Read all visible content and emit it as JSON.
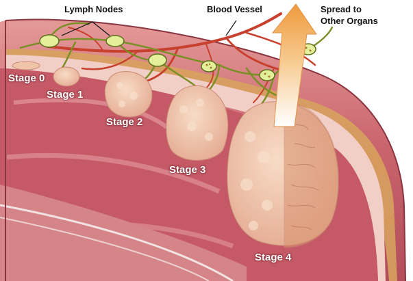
{
  "labels": {
    "lymph_nodes": "Lymph Nodes",
    "blood_vessel": "Blood Vessel",
    "spread_line1": "Spread to",
    "spread_line2": "Other Organs"
  },
  "stages": [
    "Stage 0",
    "Stage 1",
    "Stage 2",
    "Stage 3",
    "Stage 4"
  ],
  "colors": {
    "tissue": "#c96a73",
    "tissue_dark": "#a9434f",
    "mucosa_lining": "#e9b6ad",
    "muscle_layer": "#d7a15e",
    "tumor": "#f0c4a8",
    "lymph_vessel": "#7a8f26",
    "lymph_node": "#e3ef9a",
    "blood_vessel": "#c8402e",
    "arrow": "#f0a94a"
  }
}
